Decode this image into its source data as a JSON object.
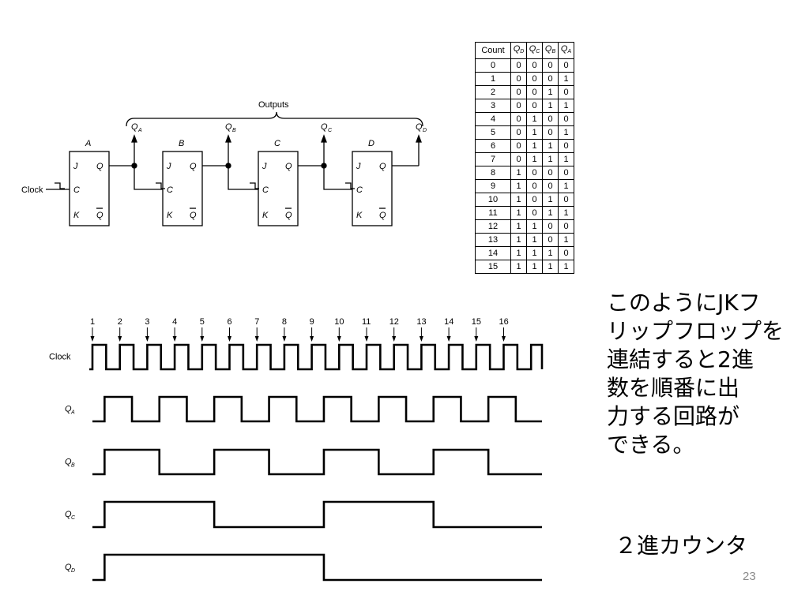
{
  "circuit": {
    "outputs_label": "Outputs",
    "clock_label": "Clock",
    "flipflops": [
      {
        "name": "A",
        "output": "A"
      },
      {
        "name": "B",
        "output": "B"
      },
      {
        "name": "C",
        "output": "C"
      },
      {
        "name": "D",
        "output": "D"
      }
    ],
    "pin_j": "J",
    "pin_k": "K",
    "pin_c": "C",
    "pin_q": "Q",
    "output_letter": "Q"
  },
  "table": {
    "header": [
      "Count",
      "D",
      "C",
      "B",
      "A"
    ],
    "rows": [
      [
        "0",
        "0",
        "0",
        "0",
        "0"
      ],
      [
        "1",
        "0",
        "0",
        "0",
        "1"
      ],
      [
        "2",
        "0",
        "0",
        "1",
        "0"
      ],
      [
        "3",
        "0",
        "0",
        "1",
        "1"
      ],
      [
        "4",
        "0",
        "1",
        "0",
        "0"
      ],
      [
        "5",
        "0",
        "1",
        "0",
        "1"
      ],
      [
        "6",
        "0",
        "1",
        "1",
        "0"
      ],
      [
        "7",
        "0",
        "1",
        "1",
        "1"
      ],
      [
        "8",
        "1",
        "0",
        "0",
        "0"
      ],
      [
        "9",
        "1",
        "0",
        "0",
        "1"
      ],
      [
        "10",
        "1",
        "0",
        "1",
        "0"
      ],
      [
        "11",
        "1",
        "0",
        "1",
        "1"
      ],
      [
        "12",
        "1",
        "1",
        "0",
        "0"
      ],
      [
        "13",
        "1",
        "1",
        "0",
        "1"
      ],
      [
        "14",
        "1",
        "1",
        "1",
        "0"
      ],
      [
        "15",
        "1",
        "1",
        "1",
        "1"
      ]
    ]
  },
  "timing": {
    "pulse_numbers": [
      "1",
      "2",
      "3",
      "4",
      "5",
      "6",
      "7",
      "8",
      "9",
      "10",
      "11",
      "12",
      "13",
      "14",
      "15",
      "16"
    ],
    "signals": [
      {
        "label": "Clock",
        "sub": "",
        "kind": "clock"
      },
      {
        "label": "Q",
        "sub": "A",
        "period": 2
      },
      {
        "label": "Q",
        "sub": "B",
        "period": 4
      },
      {
        "label": "Q",
        "sub": "C",
        "period": 8
      },
      {
        "label": "Q",
        "sub": "D",
        "period": 16
      }
    ]
  },
  "caption": {
    "lines": [
      "このようにJKフ",
      "リップフロップを",
      "連結すると2進",
      "数を順番に出",
      "力する回路が",
      "できる。"
    ]
  },
  "counter_label": "２進カウンタ",
  "page_number": "23"
}
